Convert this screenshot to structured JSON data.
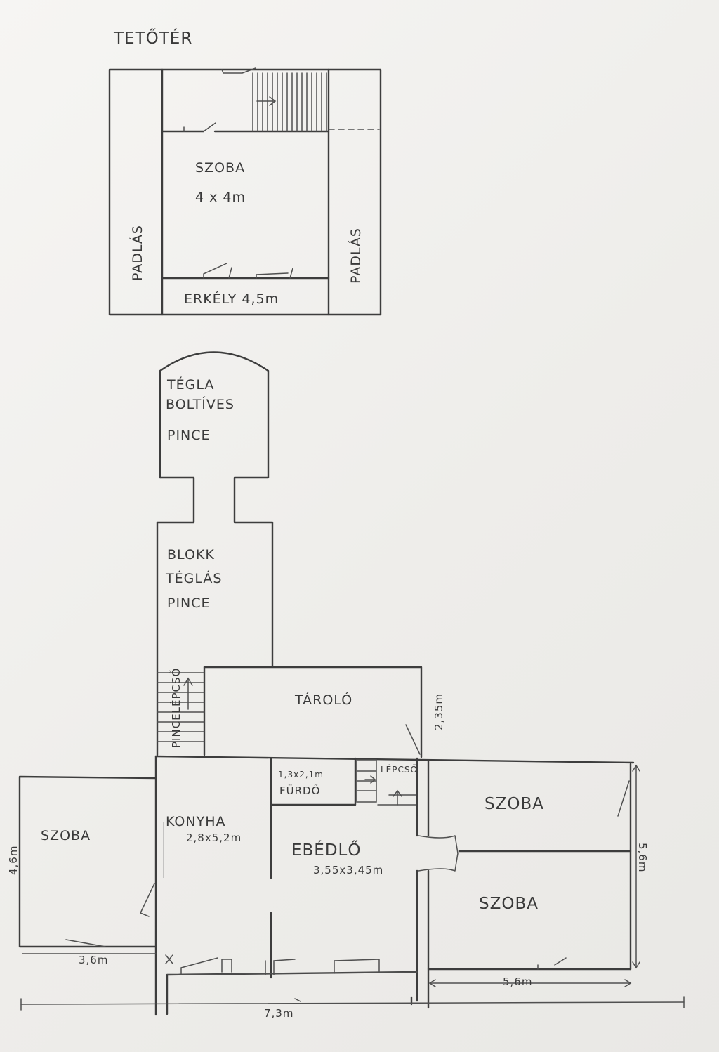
{
  "attic": {
    "title": "TETŐTÉR",
    "room_label": "SZOBA",
    "room_size": "4 x 4m",
    "loft_left": "PADLÁS",
    "loft_right": "PADLÁS",
    "balcony": "ERKÉLY 4,5m"
  },
  "cellar": {
    "vaulted_line1": "TÉGLA",
    "vaulted_line2": "BOLTÍVES",
    "vaulted_line3": "PINCE",
    "block_line1": "BLOKK",
    "block_line2": "TÉGLÁS",
    "block_line3": "PINCE",
    "stair_label": "PINCELÉPCSŐ"
  },
  "ground": {
    "storage": "TÁROLÓ",
    "storage_dim": "2,35m",
    "bath_dim": "1,3x2,1m",
    "bath": "FÜRDŐ",
    "stairs": "LÉPCSŐ",
    "kitchen": "KONYHA",
    "kitchen_dim": "2,8x5,2m",
    "dining": "EBÉDLŐ",
    "dining_dim": "3,55x3,45m",
    "room_left": "SZOBA",
    "room_left_height": "4,6m",
    "room_left_width": "3,6m",
    "room_right_top": "SZOBA",
    "room_right_bottom": "SZOBA",
    "right_height": "5,6m",
    "right_width": "5,6m",
    "total_width": "7,3m"
  }
}
